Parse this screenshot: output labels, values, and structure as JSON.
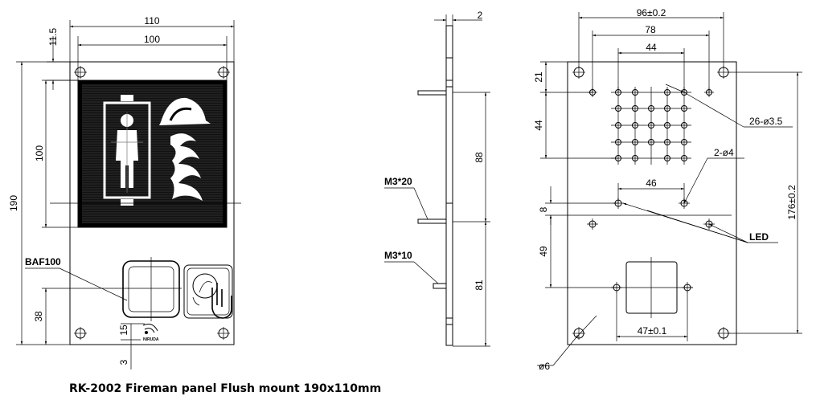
{
  "caption": "RK-2002 Fireman panel Flush mount 190x110mm",
  "front_view": {
    "dims": {
      "width_outer": "110",
      "width_inner": "100",
      "top_offset": "11.5",
      "height_total": "190",
      "height_sign": "100",
      "button_bottom": "38",
      "logo_offset": "15",
      "bottom_gap": "3"
    },
    "button_label": "BAF100",
    "logo_text": "NIRUDA"
  },
  "side_view": {
    "dims": {
      "thickness": "2",
      "stud_spacing_upper": "88",
      "stud_spacing_lower": "81"
    },
    "studs": {
      "long": "M3*20",
      "short": "M3*10"
    }
  },
  "back_view": {
    "dims": {
      "hole_span": "96±0.2",
      "grid_span_outer": "78",
      "grid_span_inner": "44",
      "top_offset": "21",
      "grid_height": "44",
      "holes": "26-ø3.5",
      "led_holes": "2-ø4",
      "led_span": "46",
      "led_offset": "8",
      "cutout_offset": "49",
      "height": "176±0.2",
      "cutout_width": "47±0.1",
      "mount_hole": "ø6"
    },
    "led_label": "LED"
  }
}
